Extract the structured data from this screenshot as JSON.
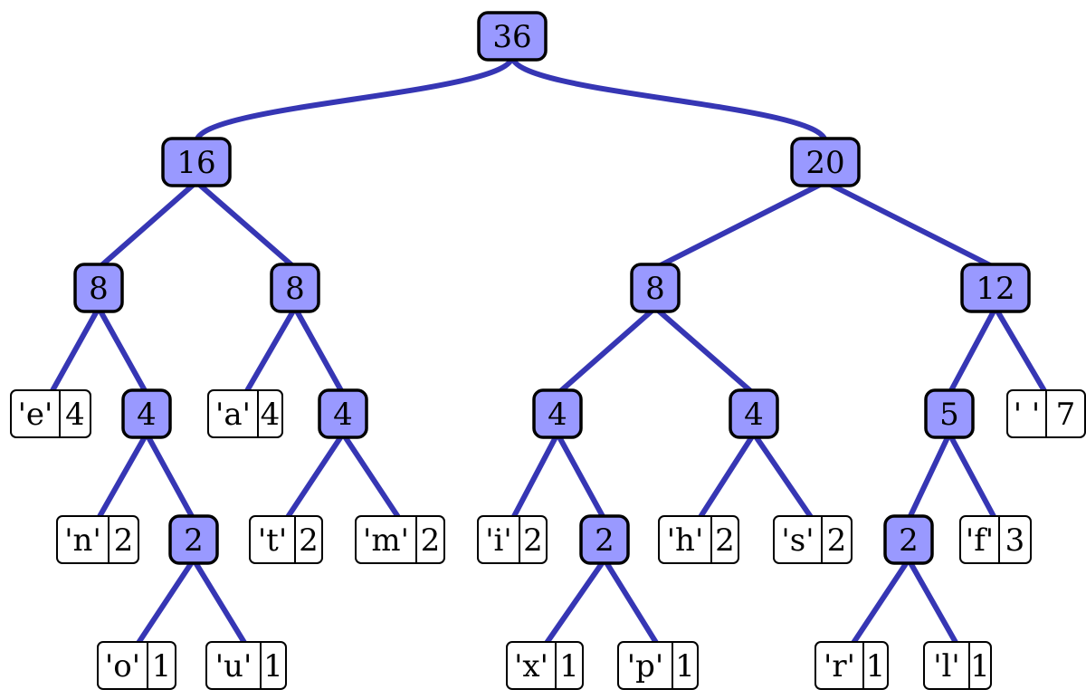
{
  "diagram": {
    "style": {
      "edge_color": "#3636b4",
      "internal_fill": "#9999ff",
      "leaf_fill": "#ffffff",
      "border_color": "#000000"
    },
    "nodes": [
      {
        "id": "n36",
        "kind": "internal",
        "weight": "36"
      },
      {
        "id": "n16",
        "kind": "internal",
        "weight": "16"
      },
      {
        "id": "n20",
        "kind": "internal",
        "weight": "20"
      },
      {
        "id": "n8a",
        "kind": "internal",
        "weight": "8"
      },
      {
        "id": "n8b",
        "kind": "internal",
        "weight": "8"
      },
      {
        "id": "n8c",
        "kind": "internal",
        "weight": "8"
      },
      {
        "id": "n12",
        "kind": "internal",
        "weight": "12"
      },
      {
        "id": "e",
        "kind": "leaf",
        "char": "'e'",
        "weight": "4"
      },
      {
        "id": "n4a",
        "kind": "internal",
        "weight": "4"
      },
      {
        "id": "a",
        "kind": "leaf",
        "char": "'a'",
        "weight": "4"
      },
      {
        "id": "n4b",
        "kind": "internal",
        "weight": "4"
      },
      {
        "id": "n4c",
        "kind": "internal",
        "weight": "4"
      },
      {
        "id": "n4d",
        "kind": "internal",
        "weight": "4"
      },
      {
        "id": "n5",
        "kind": "internal",
        "weight": "5"
      },
      {
        "id": "space",
        "kind": "leaf",
        "char": "' '",
        "weight": "7"
      },
      {
        "id": "n",
        "kind": "leaf",
        "char": "'n'",
        "weight": "2"
      },
      {
        "id": "n2a",
        "kind": "internal",
        "weight": "2"
      },
      {
        "id": "t",
        "kind": "leaf",
        "char": "'t'",
        "weight": "2"
      },
      {
        "id": "m",
        "kind": "leaf",
        "char": "'m'",
        "weight": "2"
      },
      {
        "id": "i",
        "kind": "leaf",
        "char": "'i'",
        "weight": "2"
      },
      {
        "id": "n2b",
        "kind": "internal",
        "weight": "2"
      },
      {
        "id": "h",
        "kind": "leaf",
        "char": "'h'",
        "weight": "2"
      },
      {
        "id": "s",
        "kind": "leaf",
        "char": "'s'",
        "weight": "2"
      },
      {
        "id": "n2c",
        "kind": "internal",
        "weight": "2"
      },
      {
        "id": "f",
        "kind": "leaf",
        "char": "'f'",
        "weight": "3"
      },
      {
        "id": "o",
        "kind": "leaf",
        "char": "'o'",
        "weight": "1"
      },
      {
        "id": "u",
        "kind": "leaf",
        "char": "'u'",
        "weight": "1"
      },
      {
        "id": "x",
        "kind": "leaf",
        "char": "'x'",
        "weight": "1"
      },
      {
        "id": "p",
        "kind": "leaf",
        "char": "'p'",
        "weight": "1"
      },
      {
        "id": "r",
        "kind": "leaf",
        "char": "'r'",
        "weight": "1"
      },
      {
        "id": "l",
        "kind": "leaf",
        "char": "'l'",
        "weight": "1"
      }
    ],
    "edges": [
      [
        "n36",
        "n16"
      ],
      [
        "n36",
        "n20"
      ],
      [
        "n16",
        "n8a"
      ],
      [
        "n16",
        "n8b"
      ],
      [
        "n20",
        "n8c"
      ],
      [
        "n20",
        "n12"
      ],
      [
        "n8a",
        "e"
      ],
      [
        "n8a",
        "n4a"
      ],
      [
        "n8b",
        "a"
      ],
      [
        "n8b",
        "n4b"
      ],
      [
        "n8c",
        "n4c"
      ],
      [
        "n8c",
        "n4d"
      ],
      [
        "n12",
        "n5"
      ],
      [
        "n12",
        "space"
      ],
      [
        "n4a",
        "n"
      ],
      [
        "n4a",
        "n2a"
      ],
      [
        "n4b",
        "t"
      ],
      [
        "n4b",
        "m"
      ],
      [
        "n4c",
        "i"
      ],
      [
        "n4c",
        "n2b"
      ],
      [
        "n4d",
        "h"
      ],
      [
        "n4d",
        "s"
      ],
      [
        "n5",
        "n2c"
      ],
      [
        "n5",
        "f"
      ],
      [
        "n2a",
        "o"
      ],
      [
        "n2a",
        "u"
      ],
      [
        "n2b",
        "x"
      ],
      [
        "n2b",
        "p"
      ],
      [
        "n2c",
        "r"
      ],
      [
        "n2c",
        "l"
      ]
    ]
  }
}
